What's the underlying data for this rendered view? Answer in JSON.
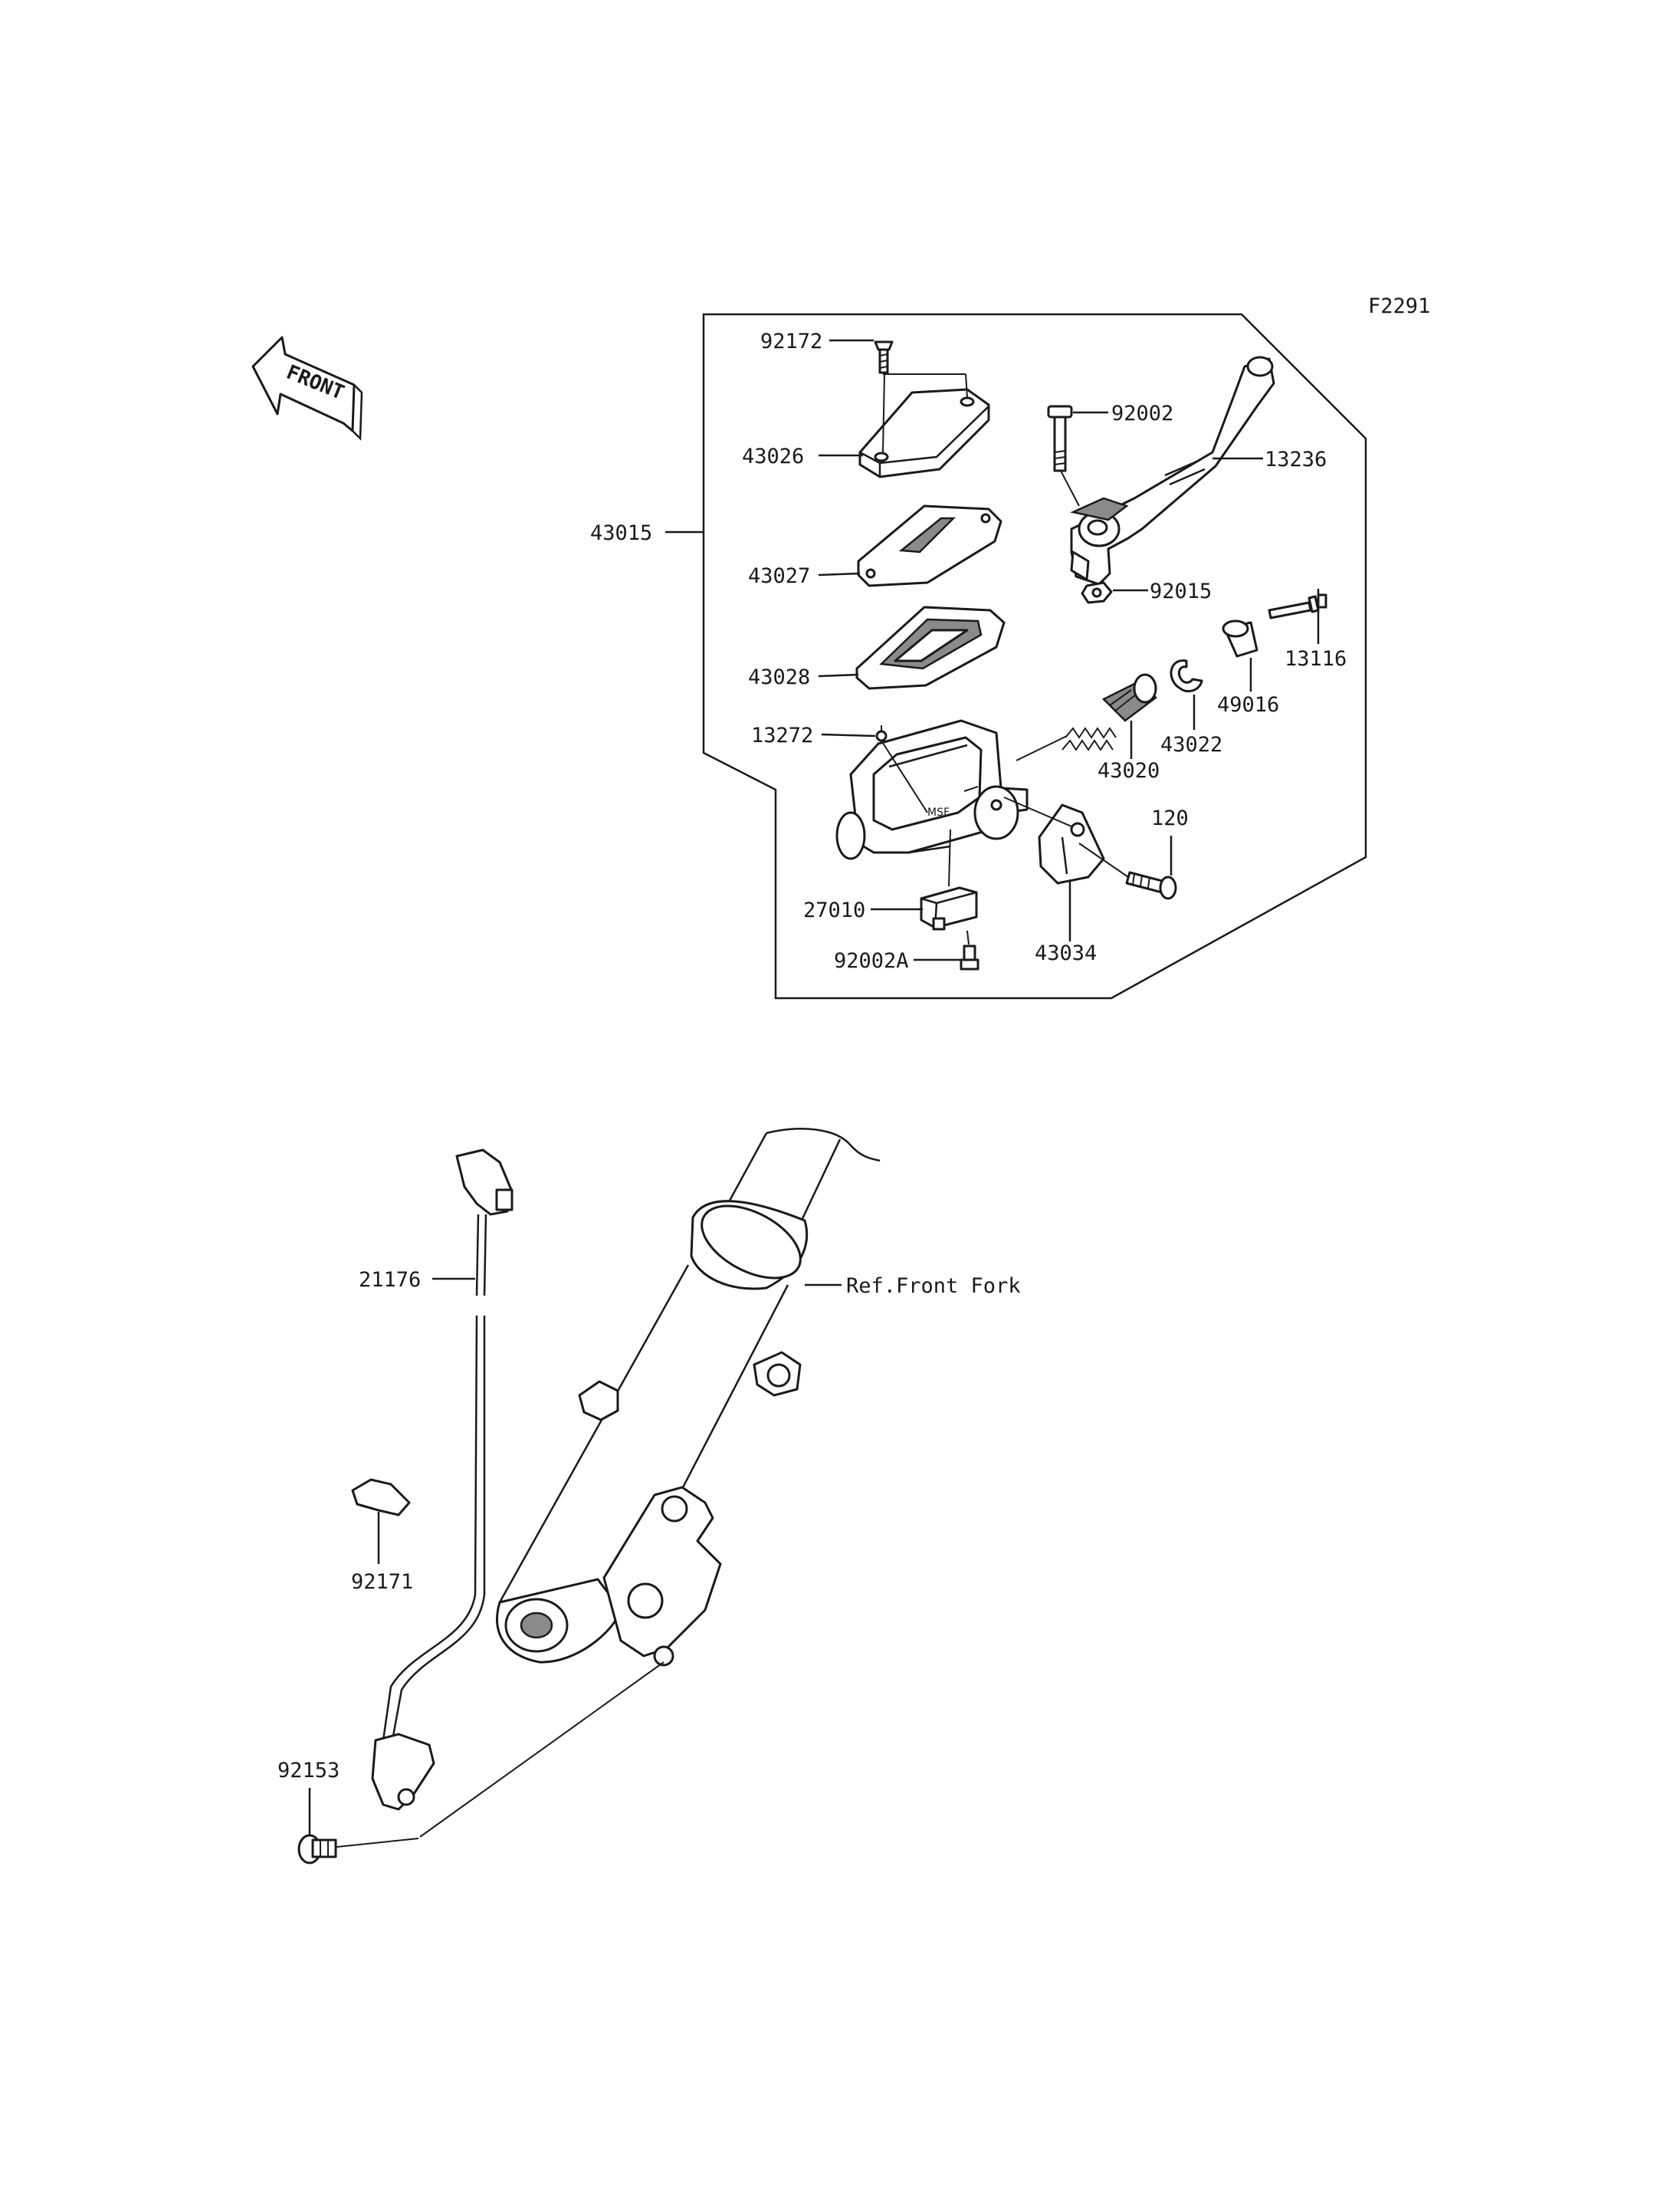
{
  "figure_code": "F2291",
  "front_marker": "FRONT",
  "reference": "Ref.Front Fork",
  "labels": {
    "p92172": "92172",
    "p43026": "43026",
    "p43015": "43015",
    "p43027": "43027",
    "p43028": "43028",
    "p13272": "13272",
    "p27010": "27010",
    "p92002A": "92002A",
    "p92002": "92002",
    "p13236": "13236",
    "p92015": "92015",
    "p13116": "13116",
    "p49016": "49016",
    "p43022": "43022",
    "p43020": "43020",
    "p120": "120",
    "p43034": "43034",
    "p21176": "21176",
    "p92171": "92171",
    "p92153": "92153"
  }
}
